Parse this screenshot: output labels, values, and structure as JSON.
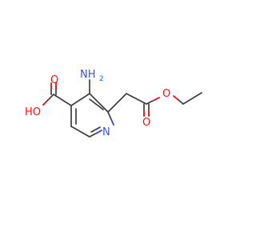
{
  "molecule": {
    "atom_labels": {
      "nh2": "NH",
      "nh2_subscript": "2",
      "oh": "HO",
      "o_carbonyl_acid": "O",
      "o_carbonyl_ester": "O",
      "o_ester": "O",
      "n_ring": "N"
    },
    "colors": {
      "bond": "#3d3d3d",
      "oxygen": "#ff0d0d",
      "nitrogen": "#2f50f8"
    }
  }
}
